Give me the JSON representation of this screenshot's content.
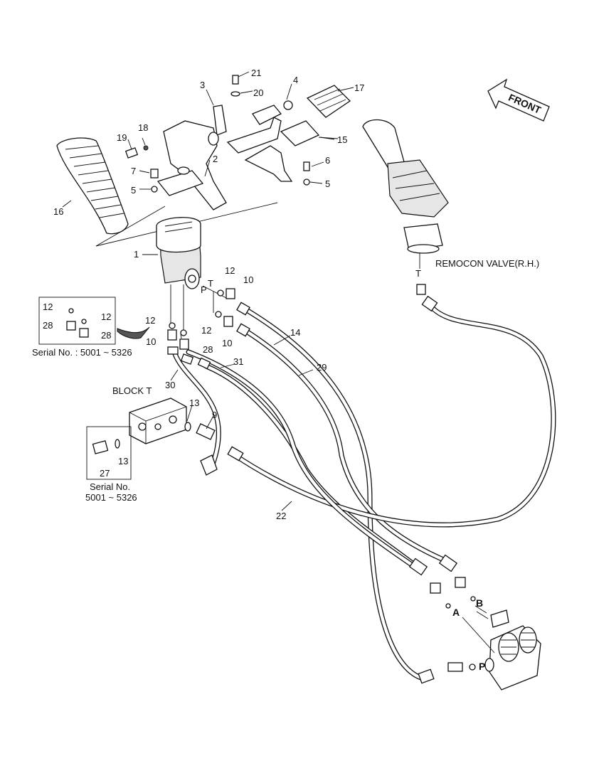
{
  "labels": {
    "p1": "1",
    "p2": "2",
    "p3": "3",
    "p4": "4",
    "p5a": "5",
    "p5b": "5",
    "p6": "6",
    "p7": "7",
    "p9": "9",
    "p10a": "10",
    "p10b": "10",
    "p10c": "10",
    "p12a": "12",
    "p12b": "12",
    "p12c": "12",
    "p12d": "12",
    "p12e": "12",
    "p13a": "13",
    "p13b": "13",
    "p14": "14",
    "p15": "15",
    "p16": "16",
    "p17": "17",
    "p18": "18",
    "p19": "19",
    "p20": "20",
    "p21": "21",
    "p22": "22",
    "p27": "27",
    "p28a": "28",
    "p28b": "28",
    "p28c": "28",
    "p29": "29",
    "p30": "30",
    "p31": "31"
  },
  "ports": {
    "p": "P",
    "t": "T",
    "t2": "T",
    "a": "A",
    "b": "B",
    "p2": "P"
  },
  "callouts": {
    "front": "FRONT",
    "remocon": "REMOCON VALVE(R.H.)",
    "block_t": "BLOCK  T",
    "serial_1": "Serial No. : 5001 ~ 5326",
    "serial_2a": "Serial No.",
    "serial_2b": "5001 ~ 5326"
  }
}
